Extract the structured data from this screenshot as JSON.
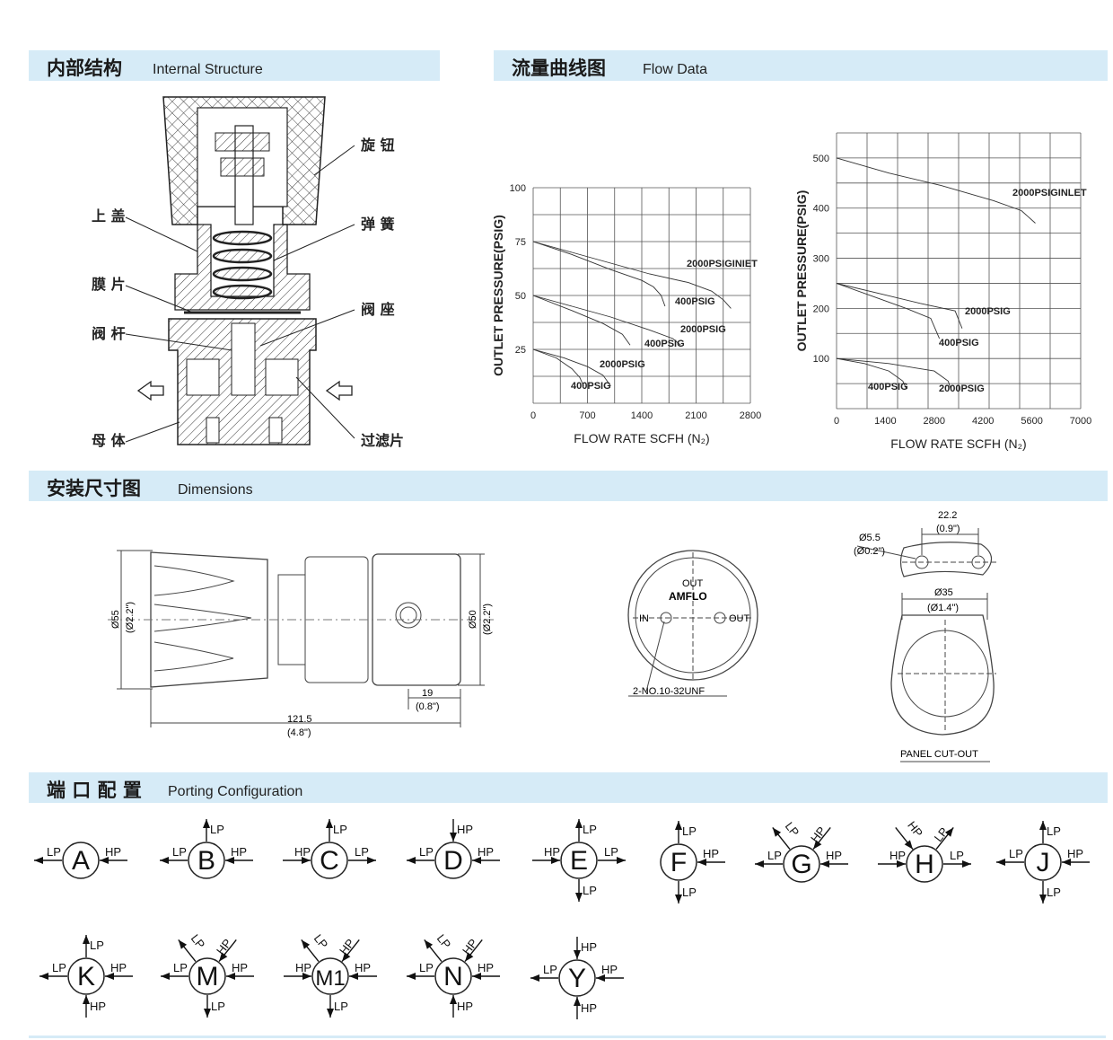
{
  "sections": {
    "internal": {
      "zh": "内部结构",
      "en": "Internal Structure"
    },
    "flow": {
      "zh": "流量曲线图",
      "en": "Flow Data"
    },
    "dims": {
      "zh": "安装尺寸图",
      "en": "Dimensions"
    },
    "porting": {
      "zh": "端 口 配 置",
      "en": "Porting Configuration"
    }
  },
  "structure_labels": {
    "knob": "旋 钮",
    "cover": "上 盖",
    "spring": "弹 簧",
    "diaphragm": "膜 片",
    "seat": "阀 座",
    "stem": "阀 杆",
    "body": "母 体",
    "filter": "过滤片"
  },
  "chart_data": [
    {
      "type": "line",
      "xlabel": "FLOW RATE SCFH (N₂)",
      "ylabel": "OUTLET PRESSURE(PSIG)",
      "xlim": [
        0,
        2800
      ],
      "ylim": [
        0,
        100
      ],
      "xticks": [
        "0",
        "700",
        "1400",
        "2100",
        "2800"
      ],
      "yticks": [
        "25",
        "50",
        "75",
        "100"
      ],
      "grid": true,
      "annotations": [
        "2000PSIGINIET",
        "400PSIG",
        "2000PSIG",
        "400PSIG",
        "2000PSIG",
        "400PSIG"
      ],
      "series": [
        {
          "name": "2000PSIGINIET",
          "x": [
            0,
            500,
            1000,
            1500,
            2000,
            2300,
            2450,
            2550
          ],
          "y": [
            75,
            70,
            65,
            60,
            56,
            52,
            48,
            44
          ]
        },
        {
          "name": "400PSIG",
          "x": [
            0,
            500,
            1000,
            1400,
            1550,
            1650,
            1700
          ],
          "y": [
            75,
            69,
            62,
            57,
            54,
            50,
            45
          ]
        },
        {
          "name": "2000PSIG",
          "x": [
            0,
            500,
            1000,
            1500,
            1800,
            1900
          ],
          "y": [
            50,
            45,
            40,
            34,
            30,
            27
          ]
        },
        {
          "name": "400PSIG",
          "x": [
            0,
            500,
            900,
            1150,
            1250
          ],
          "y": [
            50,
            43,
            37,
            32,
            27
          ]
        },
        {
          "name": "2000PSIG",
          "x": [
            0,
            400,
            700,
            900,
            1000
          ],
          "y": [
            25,
            21,
            17,
            13,
            8
          ]
        },
        {
          "name": "400PSIG",
          "x": [
            0,
            300,
            500,
            600,
            650
          ],
          "y": [
            25,
            21,
            16,
            12,
            8
          ]
        }
      ]
    },
    {
      "type": "line",
      "xlabel": "FLOW RATE SCFH (N₂)",
      "ylabel": "OUTLET PRESSURE(PSIG)",
      "xlim": [
        0,
        7000
      ],
      "ylim": [
        0,
        550
      ],
      "xticks": [
        "0",
        "1400",
        "2800",
        "4200",
        "5600",
        "7000"
      ],
      "yticks": [
        "100",
        "200",
        "300",
        "400",
        "500"
      ],
      "grid": true,
      "annotations": [
        "2000PSIGINLET",
        "2000PSIG",
        "400PSIG",
        "400PSIG",
        "2000PSIG"
      ],
      "series": [
        {
          "name": "2000PSIGINLET",
          "x": [
            0,
            1500,
            3000,
            4500,
            5300,
            5700
          ],
          "y": [
            500,
            470,
            445,
            415,
            395,
            370
          ]
        },
        {
          "name": "2000PSIG",
          "x": [
            0,
            1200,
            2400,
            3400,
            3600
          ],
          "y": [
            250,
            230,
            210,
            195,
            160
          ]
        },
        {
          "name": "400PSIG",
          "x": [
            0,
            1000,
            2000,
            2700,
            2950
          ],
          "y": [
            250,
            225,
            200,
            180,
            140
          ]
        },
        {
          "name": "400PSIG",
          "x": [
            0,
            800,
            1500,
            1900,
            2000
          ],
          "y": [
            100,
            90,
            75,
            55,
            40
          ]
        },
        {
          "name": "2000PSIG",
          "x": [
            0,
            1500,
            2800,
            3200,
            3300
          ],
          "y": [
            100,
            90,
            75,
            55,
            35
          ]
        }
      ]
    }
  ],
  "dimensions": {
    "d55": "Ø55",
    "d55in": "(Ø2.2\")",
    "d50": "Ø50",
    "d50in": "(Ø2.2\")",
    "l19": "19",
    "l19in": "(0.8\")",
    "l121": "121.5",
    "l121in": "(4.8\")",
    "out_top": "OUT",
    "brand": "AMFLO",
    "in": "IN",
    "out_right": "OUT",
    "thread": "2-NO.10-32UNF",
    "hole": "Ø5.5",
    "holein": "(Ø0.2\")",
    "spacing": "22.2",
    "spacingin": "(0.9\")",
    "d35": "Ø35",
    "d35in": "(Ø1.4\")",
    "panel": "PANEL CUT-OUT"
  },
  "ports": [
    {
      "id": "A",
      "arrows": [
        {
          "dir": "W",
          "label": "LP"
        },
        {
          "dir": "E",
          "label": "HP"
        }
      ]
    },
    {
      "id": "B",
      "arrows": [
        {
          "dir": "N",
          "label": "LP"
        },
        {
          "dir": "W",
          "label": "LP"
        },
        {
          "dir": "E",
          "label": "HP"
        }
      ]
    },
    {
      "id": "C",
      "arrows": [
        {
          "dir": "N",
          "label": "LP"
        },
        {
          "dir": "W",
          "label": "HP"
        },
        {
          "dir": "E",
          "label": "LP"
        }
      ]
    },
    {
      "id": "D",
      "arrows": [
        {
          "dir": "N",
          "label": "HP"
        },
        {
          "dir": "W",
          "label": "LP"
        },
        {
          "dir": "E",
          "label": "HP"
        }
      ]
    },
    {
      "id": "E",
      "arrows": [
        {
          "dir": "N",
          "label": "LP"
        },
        {
          "dir": "W",
          "label": "HP"
        },
        {
          "dir": "E",
          "label": "LP"
        },
        {
          "dir": "S",
          "label": "LP"
        }
      ]
    },
    {
      "id": "F",
      "arrows": [
        {
          "dir": "N",
          "label": "LP"
        },
        {
          "dir": "E",
          "label": "HP"
        },
        {
          "dir": "S",
          "label": "LP"
        }
      ]
    },
    {
      "id": "G",
      "arrows": [
        {
          "dir": "NW",
          "label": "LP"
        },
        {
          "dir": "NE",
          "label": "HP"
        },
        {
          "dir": "W",
          "label": "LP"
        },
        {
          "dir": "E",
          "label": "HP"
        }
      ]
    },
    {
      "id": "H",
      "arrows": [
        {
          "dir": "NW",
          "label": "HP"
        },
        {
          "dir": "NE",
          "label": "LP"
        },
        {
          "dir": "W",
          "label": "HP"
        },
        {
          "dir": "E",
          "label": "LP"
        }
      ]
    },
    {
      "id": "J",
      "arrows": [
        {
          "dir": "N",
          "label": "LP"
        },
        {
          "dir": "W",
          "label": "LP"
        },
        {
          "dir": "E",
          "label": "HP"
        },
        {
          "dir": "S",
          "label": "LP"
        }
      ]
    },
    {
      "id": "K",
      "arrows": [
        {
          "dir": "N",
          "label": "LP"
        },
        {
          "dir": "W",
          "label": "LP"
        },
        {
          "dir": "E",
          "label": "HP"
        },
        {
          "dir": "S",
          "label": "HP"
        }
      ]
    },
    {
      "id": "M",
      "arrows": [
        {
          "dir": "NW",
          "label": "LP"
        },
        {
          "dir": "NE",
          "label": "HP"
        },
        {
          "dir": "W",
          "label": "LP"
        },
        {
          "dir": "E",
          "label": "HP"
        },
        {
          "dir": "S",
          "label": "LP"
        }
      ]
    },
    {
      "id": "M1",
      "arrows": [
        {
          "dir": "NW",
          "label": "LP"
        },
        {
          "dir": "NE",
          "label": "HP"
        },
        {
          "dir": "W",
          "label": "HP"
        },
        {
          "dir": "E",
          "label": "HP"
        },
        {
          "dir": "S",
          "label": "LP"
        }
      ]
    },
    {
      "id": "N",
      "arrows": [
        {
          "dir": "NW",
          "label": "LP"
        },
        {
          "dir": "NE",
          "label": "HP"
        },
        {
          "dir": "W",
          "label": "LP"
        },
        {
          "dir": "E",
          "label": "HP"
        },
        {
          "dir": "S",
          "label": "HP"
        }
      ]
    },
    {
      "id": "Y",
      "arrows": [
        {
          "dir": "N",
          "label": "HP"
        },
        {
          "dir": "W",
          "label": "LP"
        },
        {
          "dir": "E",
          "label": "HP"
        },
        {
          "dir": "S",
          "label": "HP"
        }
      ]
    }
  ]
}
